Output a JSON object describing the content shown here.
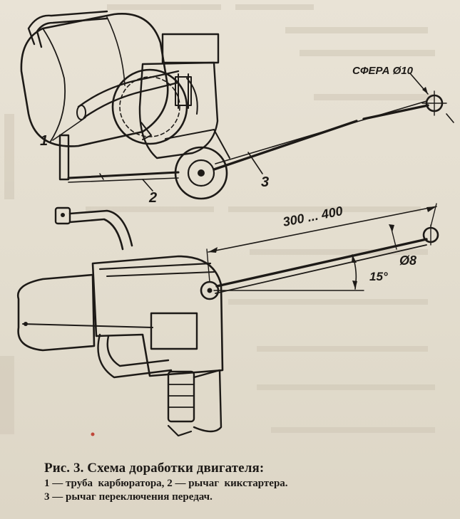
{
  "figure": {
    "labels": {
      "part_1": "1",
      "part_2": "2",
      "part_3": "3",
      "sphere": "СФЕРА Ø10",
      "length": "300 ... 400",
      "diameter": "Ø8",
      "angle": "15°"
    },
    "caption": {
      "title": "Рис. 3. Схема доработки двигателя:",
      "legend_line_1_a": "1 — труба  карбюратора,",
      "legend_line_1_b": "2 — рычаг  кикстартера.",
      "legend_line_2": "3 — рычаг переключения передач."
    }
  },
  "colors": {
    "ink": "#1d1a17",
    "paper": "#e6e0d2",
    "bleed_through": "#cfc7b6"
  }
}
